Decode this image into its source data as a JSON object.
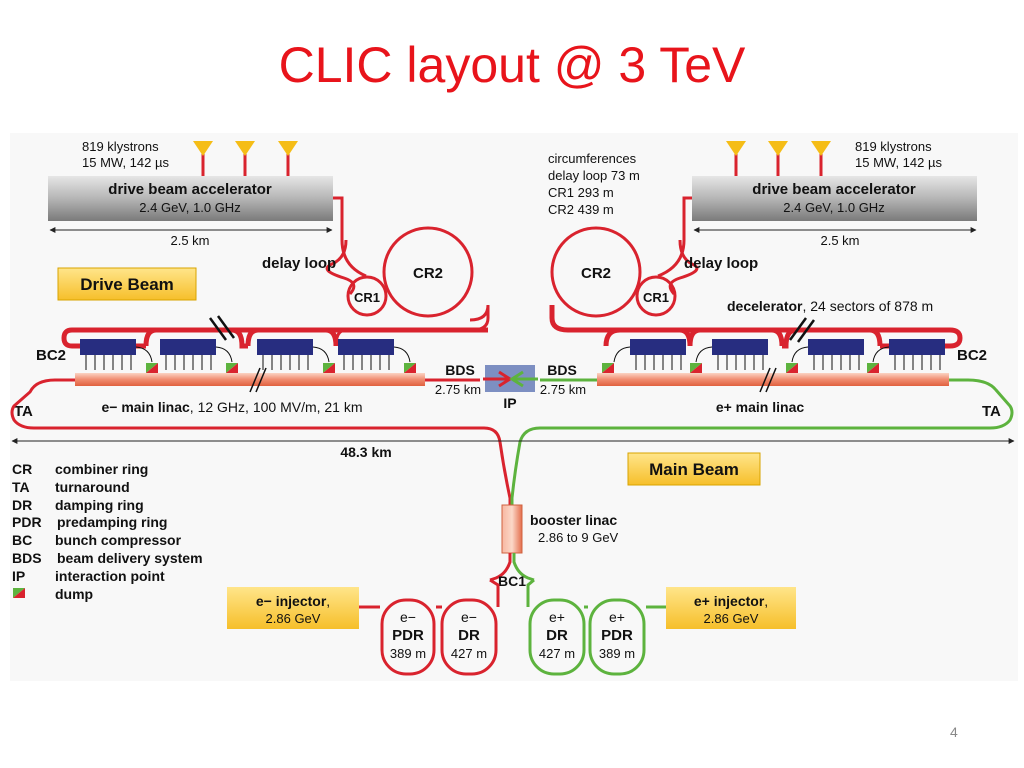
{
  "title": "CLIC layout @ 3 TeV",
  "page_number": "4",
  "colors": {
    "title": "#e8141b",
    "electron_line": "#d9232e",
    "positron_line": "#5db33e",
    "panel_bg": "#f8f8f8",
    "label_box": "#ffd24d",
    "linac": "#f3a288",
    "pets": "#272d80",
    "ip_box": "#7d8fc2"
  },
  "left_klystrons": {
    "line1": "819 klystrons",
    "line2": "15 MW, 142 µs"
  },
  "right_klystrons": {
    "line1": "819 klystrons",
    "line2": "15 MW, 142 µs"
  },
  "circumferences": {
    "heading": "circumferences",
    "line1": "delay loop 73 m",
    "line2": "CR1 293 m",
    "line3": "CR2 439 m"
  },
  "left_accelerator": {
    "name": "drive beam accelerator",
    "spec": "2.4 GeV, 1.0 GHz",
    "length": "2.5 km"
  },
  "right_accelerator": {
    "name": "drive beam accelerator",
    "spec": "2.4 GeV, 1.0 GHz",
    "length": "2.5 km"
  },
  "delay_loop_left": "delay loop",
  "delay_loop_right": "delay loop",
  "cr2": "CR2",
  "cr1": "CR1",
  "drive_beam_box": "Drive Beam",
  "main_beam_box": "Main Beam",
  "decelerator": {
    "bold": "decelerator",
    "rest": ", 24 sectors of 878 m"
  },
  "bc2": "BC2",
  "ta": "TA",
  "bds": "BDS",
  "bds_length": "2.75 km",
  "ip": "IP",
  "electron_linac": {
    "bold": "e− main linac",
    "rest": ", 12 GHz, 100 MV/m, 21 km"
  },
  "positron_linac": "e+ main linac",
  "total_length": "48.3 km",
  "legend": [
    {
      "abbr": "CR",
      "text": "combiner ring"
    },
    {
      "abbr": "TA",
      "text": "turnaround"
    },
    {
      "abbr": "DR",
      "text": "damping ring"
    },
    {
      "abbr": "PDR",
      "text": "predamping ring"
    },
    {
      "abbr": "BC",
      "text": "bunch compressor"
    },
    {
      "abbr": "BDS",
      "text": "beam delivery system"
    },
    {
      "abbr": "IP",
      "text": "interaction point"
    },
    {
      "abbr": "",
      "text": "dump"
    }
  ],
  "booster": {
    "name": "booster linac",
    "spec": "2.86 to 9 GeV"
  },
  "bc1": "BC1",
  "electron_injector": {
    "name": "e− injector",
    "energy": "2.86 GeV"
  },
  "positron_injector": {
    "name": "e+ injector",
    "energy": "2.86 GeV"
  },
  "rings": [
    {
      "particle": "e−",
      "type": "PDR",
      "size": "389 m"
    },
    {
      "particle": "e−",
      "type": "DR",
      "size": "427 m"
    },
    {
      "particle": "e+",
      "type": "DR",
      "size": "427 m"
    },
    {
      "particle": "e+",
      "type": "PDR",
      "size": "389 m"
    }
  ]
}
